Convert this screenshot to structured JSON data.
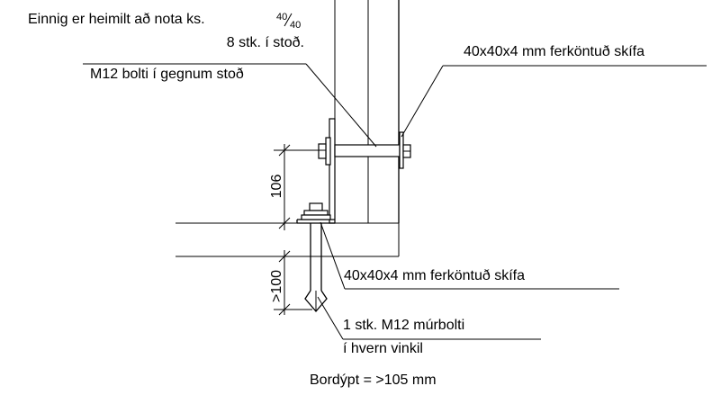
{
  "labels": {
    "note_line1_prefix": "Einnig er heimilt að nota ks. ",
    "note_frac_num": "40",
    "note_frac_den": "40",
    "note_line2": "8 stk. í stoð.",
    "bolt_through_post": "M12 bolti í gegnum stoð",
    "washer_top": "40x40x4 mm ferköntuð skífa",
    "washer_bottom": "40x40x4 mm ferköntuð skífa",
    "anchor_line1": "1 stk. M12 múrbolti",
    "anchor_line2": "í hvern vinkil",
    "deck_thickness": "Bordýpt = >105 mm"
  },
  "dimensions": {
    "bolt_height": "106",
    "anchor_depth": ">100"
  }
}
